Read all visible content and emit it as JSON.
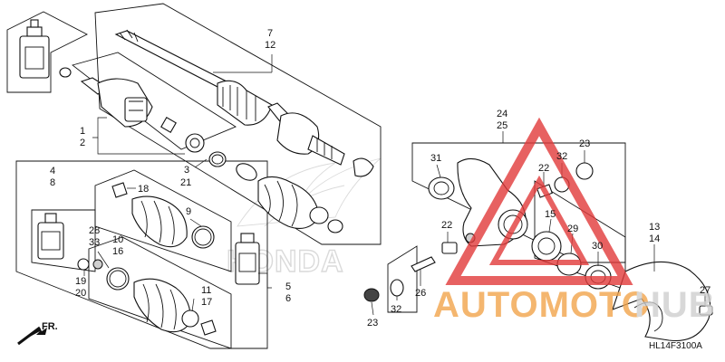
{
  "labels": {
    "l7": "7",
    "l12": "12",
    "l1": "1",
    "l2": "2",
    "l3": "3",
    "l21": "21",
    "l4": "4",
    "l8": "8",
    "l18": "18",
    "l9": "9",
    "l28": "28",
    "l33": "33",
    "l10": "10",
    "l16": "16",
    "l19": "19",
    "l20": "20",
    "l11": "11",
    "l17": "17",
    "l5": "5",
    "l6": "6",
    "l24": "24",
    "l25": "25",
    "l31": "31",
    "l22a": "22",
    "l32a": "32",
    "l23a": "23",
    "l15": "15",
    "l29": "29",
    "l30": "30",
    "l22b": "22",
    "l26": "26",
    "l23b": "23",
    "l32b": "32",
    "l13": "13",
    "l14": "14",
    "l27": "27"
  },
  "front_arrow": "FR.",
  "diagram_code": "HL14F3100A",
  "brand_logo": "HONDA",
  "watermark": {
    "text_left": "AUTOMOTO",
    "text_right": "HUB",
    "color_left": "#f2a44c",
    "color_right": "#cfcfcf",
    "triangle_color": "#e23a3a"
  }
}
